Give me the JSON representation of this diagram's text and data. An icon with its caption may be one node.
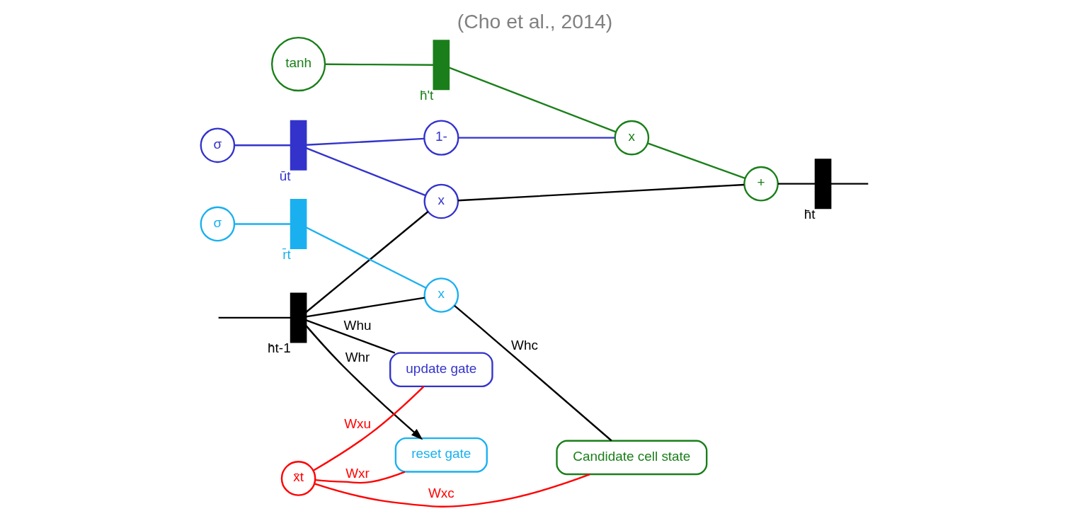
{
  "diagram": {
    "title": "(Cho et al., 2014)",
    "nodes": [
      {
        "text": [],
        "shape": "bar",
        "beside": [
          "h̄t-1"
        ]
      },
      {
        "text": [
          "reset gate"
        ]
      },
      {
        "text": [
          "σ"
        ]
      },
      {
        "text": [],
        "shape": "bar",
        "beside": [
          "r̄t"
        ]
      },
      {
        "text": [
          "x"
        ]
      },
      {
        "text": [
          "Candidate cell state"
        ]
      },
      {
        "text": [
          "tanh"
        ]
      },
      {
        "text": [],
        "shape": "bar",
        "beside": [
          "h̄'t"
        ]
      },
      {
        "text": [
          "x̄t"
        ]
      },
      {
        "text": [
          "update gate"
        ]
      },
      {
        "text": [
          "σ"
        ]
      },
      {
        "text": [],
        "shape": "bar",
        "beside": [
          "ūt"
        ]
      },
      {
        "text": [
          "x"
        ]
      },
      {
        "text": [
          "+"
        ]
      },
      {
        "text": [
          "x"
        ]
      },
      {
        "text": [
          "1-"
        ]
      },
      {
        "text": [],
        "shape": "bar",
        "beside": [
          "h̄t"
        ]
      }
    ],
    "edges": [
      {
        "from": null,
        "to": 0,
        "arrow": "none"
      },
      {
        "from": 0,
        "to": 1,
        "arrow": "to",
        "label": "Whr"
      },
      {
        "from": 0,
        "to": 4,
        "arrow": "none"
      },
      {
        "from": 0,
        "to": 9,
        "arrow": "none",
        "label": "Whu"
      },
      {
        "from": 0,
        "to": 12,
        "arrow": "none"
      },
      {
        "from": 2,
        "to": 3,
        "arrow": "none",
        "color": "#1ab0f0"
      },
      {
        "from": 3,
        "to": 4,
        "arrow": "none",
        "color": "#1ab0f0"
      },
      {
        "from": 4,
        "to": 5,
        "arrow": "none",
        "label": "Whc"
      },
      {
        "from": 8,
        "to": 1,
        "arrow": "none",
        "label": "Wxr",
        "color": "#ff0000"
      },
      {
        "from": 8,
        "to": 5,
        "arrow": "none",
        "label": "Wxc",
        "color": "#ff0000"
      },
      {
        "from": 8,
        "to": 9,
        "arrow": "none",
        "label": "Wxu",
        "color": "#ff0000"
      },
      {
        "from": 6,
        "to": 7,
        "arrow": "none",
        "color": "#1a7f1a"
      },
      {
        "from": 7,
        "to": 14,
        "arrow": "none",
        "color": "#1a7f1a"
      },
      {
        "from": 10,
        "to": 11,
        "arrow": "none",
        "color": "#3333cc"
      },
      {
        "from": 11,
        "to": 12,
        "arrow": "none",
        "color": "#3333cc"
      },
      {
        "from": 11,
        "to": 15,
        "arrow": "none",
        "color": "#3333cc"
      },
      {
        "from": 15,
        "to": 14,
        "arrow": "none",
        "color": "#3333cc"
      },
      {
        "from": 14,
        "to": 13,
        "arrow": "none",
        "color": "#1a7f1a"
      },
      {
        "from": 12,
        "to": 13,
        "arrow": "none"
      },
      {
        "from": 13,
        "to": 16,
        "arrow": "none"
      },
      {
        "from": 16,
        "to": null,
        "arrow": "none"
      }
    ]
  }
}
